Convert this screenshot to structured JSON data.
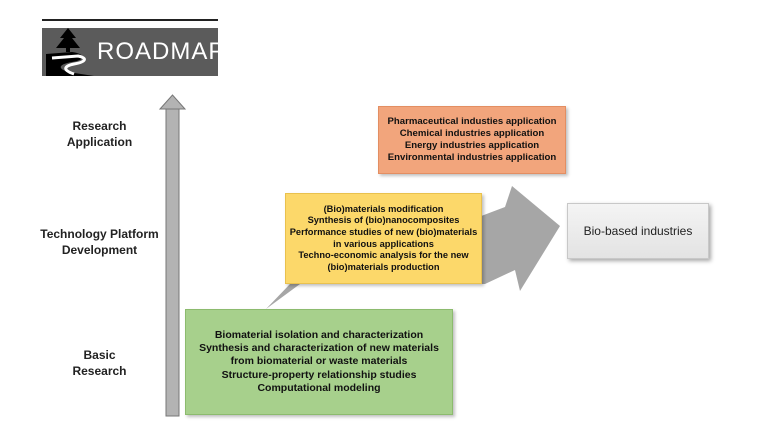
{
  "logo": {
    "text": "ROADMAP",
    "icon": "tree-road-icon"
  },
  "levels": {
    "research_application": [
      "Research",
      "Application"
    ],
    "technology_platform": [
      "Technology Platform",
      "Development"
    ],
    "basic_research": [
      "Basic",
      "Research"
    ]
  },
  "boxes": {
    "application": [
      "Pharmaceutical industies application",
      "Chemical industries application",
      "Energy industries application",
      "Environmental industries application"
    ],
    "platform": [
      "(Bio)materials modification",
      "Synthesis of (bio)nanocomposites",
      "Performance studies of new (bio)materials",
      "in various applications",
      "Techno-economic analysis for the new",
      "(bio)materials production"
    ],
    "basic": [
      "Biomaterial isolation and characterization",
      "Synthesis and characterization of new materials",
      "from biomaterial or waste materials",
      "Structure-property relationship studies",
      "Computational modeling"
    ]
  },
  "target": {
    "label": "Bio-based industries"
  },
  "colors": {
    "application_box": "#f2a57c",
    "platform_box": "#fcd86a",
    "basic_box": "#a7d08c",
    "arrow": "#a6a6a6",
    "logo_bg": "#5b5b5b"
  }
}
